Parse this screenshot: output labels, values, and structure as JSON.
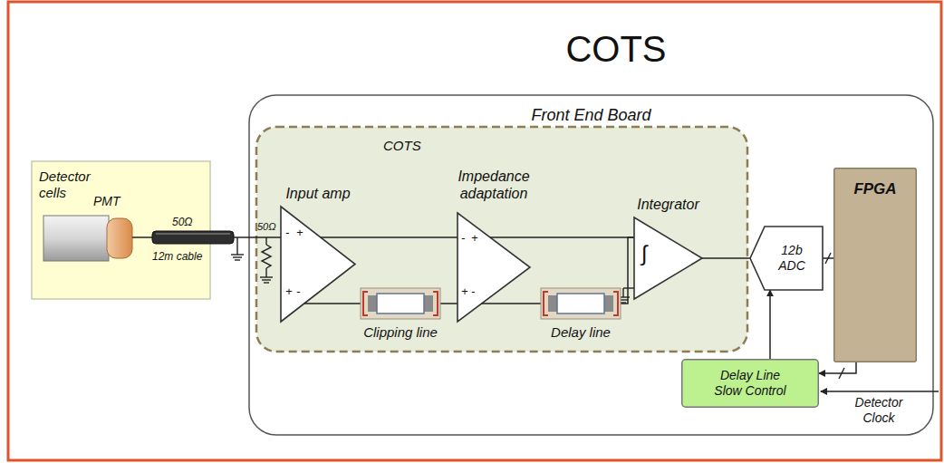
{
  "diagram": {
    "title": "COTS",
    "nodes": [
      {
        "text": [
          "Detector cells",
          "PMT"
        ]
      },
      {
        "text": [
          "Front End Board"
        ]
      },
      {
        "text": [
          "COTS"
        ],
        "in": 1
      },
      {
        "text": [
          "Input amp"
        ],
        "in": 2
      },
      {
        "text": [
          "Clipping line"
        ],
        "in": 2
      },
      {
        "text": [
          "Impedance adaptation"
        ],
        "in": 2
      },
      {
        "text": [
          "Delay line"
        ],
        "in": 2
      },
      {
        "text": [
          "Integrator",
          "∫"
        ],
        "in": 2
      },
      {
        "text": [
          "12b ADC"
        ],
        "in": 1
      },
      {
        "text": [
          "FPGA"
        ],
        "in": 1
      },
      {
        "text": [
          "Delay Line Slow Control"
        ],
        "in": 1
      }
    ],
    "edges": [
      {
        "from": 0,
        "to": 3,
        "arrow": "none"
      },
      {
        "from": 3,
        "to": 4,
        "arrow": "none"
      },
      {
        "from": 4,
        "to": 5,
        "arrow": "none"
      },
      {
        "from": 3,
        "to": 5,
        "arrow": "none"
      },
      {
        "from": 5,
        "to": 6,
        "arrow": "none"
      },
      {
        "from": 5,
        "to": 7,
        "arrow": "none"
      },
      {
        "from": 6,
        "to": 7,
        "arrow": "none"
      },
      {
        "from": 7,
        "to": 8,
        "arrow": "none"
      },
      {
        "from": 8,
        "to": 9,
        "arrow": "none"
      },
      {
        "from": 9,
        "to": 10,
        "arrow": "to"
      },
      {
        "from": 10,
        "to": 8,
        "arrow": "to"
      }
    ],
    "labels": [
      "50Ω",
      "12m cable",
      "50Ω",
      "-",
      "+",
      "+",
      "-",
      "-",
      "+",
      "+",
      "-",
      "Detector Clock"
    ]
  }
}
